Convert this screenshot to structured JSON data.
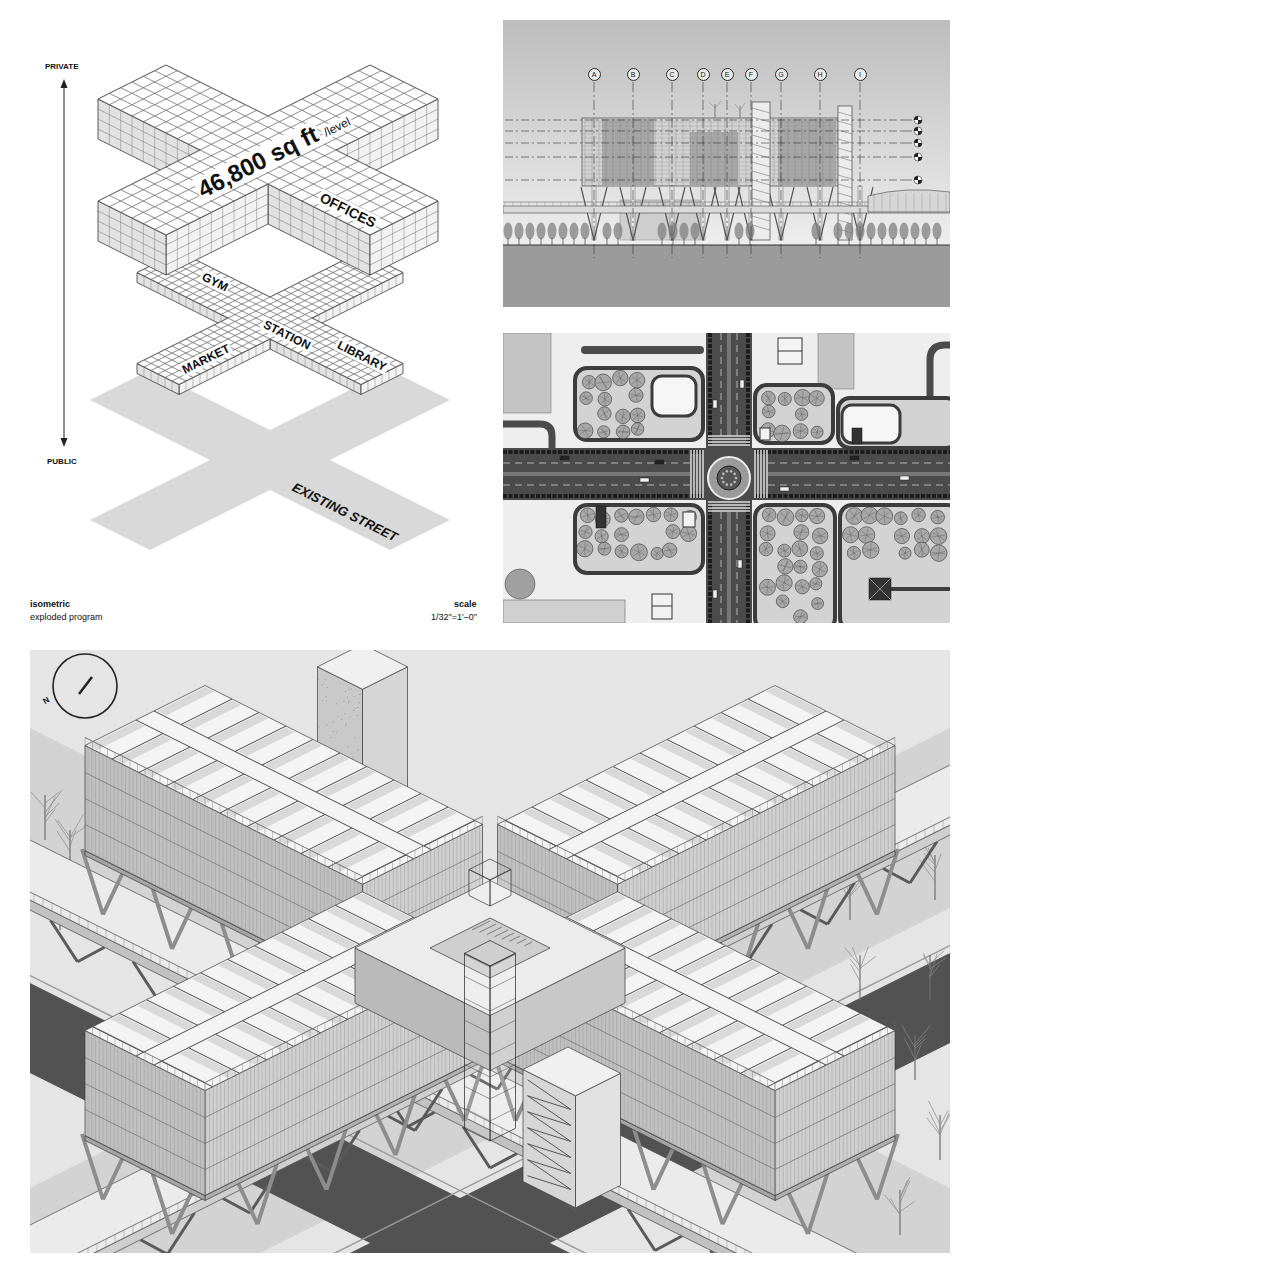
{
  "diagram": {
    "nodes": [
      {
        "text": [
          "46,800 sq ft",
          "/level",
          "OFFICES"
        ]
      },
      {
        "text": [
          "GYM",
          "MARKET",
          "LIBRARY",
          "STATION"
        ]
      },
      {
        "text": [
          "EXISTING STREET"
        ]
      },
      {
        "text": [
          "A"
        ]
      },
      {
        "text": [
          "B"
        ]
      },
      {
        "text": [
          "C"
        ]
      },
      {
        "text": [
          "D"
        ]
      },
      {
        "text": [
          "E"
        ]
      },
      {
        "text": [
          "F"
        ]
      },
      {
        "text": [
          "G"
        ]
      },
      {
        "text": [
          "H"
        ]
      },
      {
        "text": [
          "I"
        ]
      }
    ],
    "labels": [
      "PRIVATE",
      "PUBLIC",
      "isometric",
      "exploded program",
      "scale",
      "1/32″=1′–0″",
      "N"
    ]
  }
}
